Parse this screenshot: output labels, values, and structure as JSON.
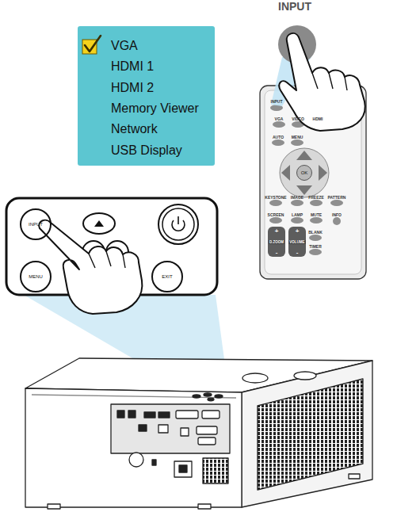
{
  "diagram": {
    "nodes": [
      {
        "text": [
          "VGA",
          "HDMI 1",
          "HDMI 2",
          "Memory Viewer",
          "Network",
          "USB Display"
        ]
      },
      {
        "text": [
          "OK"
        ]
      },
      {
        "text": [
          "+",
          "D.ZOOM",
          "-"
        ]
      },
      {
        "text": [
          "+",
          "VOLUME",
          "-"
        ]
      },
      {
        "text": [
          "INPUT"
        ]
      },
      {
        "text": [
          "MENU"
        ]
      },
      {
        "text": [
          "EXIT"
        ]
      }
    ],
    "labels": [
      "INPUT",
      "INPUT",
      "VGA",
      "VIDEO",
      "HDMI",
      "AUTO",
      "MENU",
      "KEYSTONE",
      "IMAGE",
      "FREEZE",
      "PATTERN",
      "SCREEN",
      "LAMP",
      "MUTE",
      "INFO",
      "BLANK",
      "TIMER"
    ]
  }
}
